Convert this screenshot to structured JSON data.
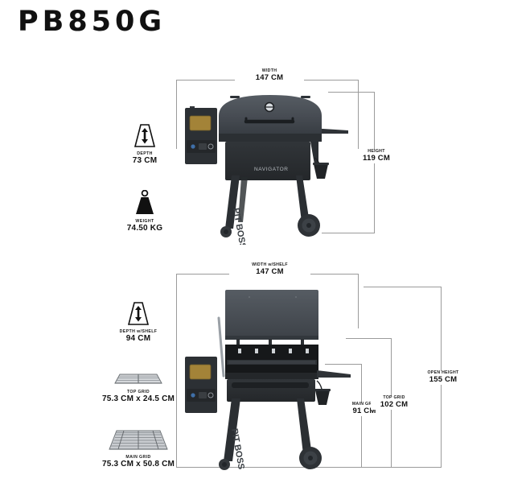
{
  "page": {
    "title": "PB850G",
    "brand_leg_text": "PIT BOSS",
    "model_badge_text": "NAVIGATOR"
  },
  "colors": {
    "lid": "#4a4f55",
    "body": "#2a2d30",
    "body_dark": "#1e2023",
    "dimension_line": "#9b9b9b",
    "text": "#111111",
    "pellet": "#b8923a",
    "grate": "#b9bcc0"
  },
  "specs_closed": [
    {
      "icon": "depth-funnel-icon",
      "caption": "DEPTH",
      "value": "73 CM"
    },
    {
      "icon": "weight-block-icon",
      "caption": "WEIGHT",
      "value": "74.50 KG"
    }
  ],
  "specs_open": [
    {
      "icon": "depth-funnel-icon",
      "caption": "DEPTH w/SHELF",
      "value": "94 CM"
    },
    {
      "icon": "top-grid-icon",
      "caption": "TOP GRID",
      "value": "75.3 CM x 24.5 CM"
    },
    {
      "icon": "main-grid-icon",
      "caption": "MAIN GRID",
      "value": "75.3 CM x 50.8 CM"
    }
  ],
  "dimensions_closed": [
    {
      "name": "width",
      "caption": "WIDTH",
      "value": "147 CM"
    },
    {
      "name": "height",
      "caption": "HEIGHT",
      "value": "119 CM"
    }
  ],
  "dimensions_open": [
    {
      "name": "width-with-shelf",
      "caption": "WIDTH w/SHELF",
      "value": "147 CM"
    },
    {
      "name": "main-grid-height",
      "caption": "MAIN GRID",
      "value": "91 CM"
    },
    {
      "name": "top-grid-height",
      "caption": "TOP GRID",
      "value": "102 CM"
    },
    {
      "name": "open-height",
      "caption": "OPEN HEIGHT",
      "value": "155 CM"
    }
  ]
}
